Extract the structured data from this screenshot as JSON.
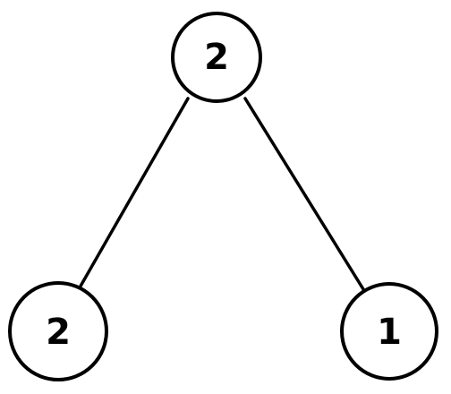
{
  "nodes": [
    {
      "id": "root",
      "value": "2"
    },
    {
      "id": "left",
      "value": "2"
    },
    {
      "id": "right",
      "value": "1"
    }
  ],
  "edges": [
    {
      "from": "root",
      "to": "left"
    },
    {
      "from": "root",
      "to": "right"
    }
  ]
}
